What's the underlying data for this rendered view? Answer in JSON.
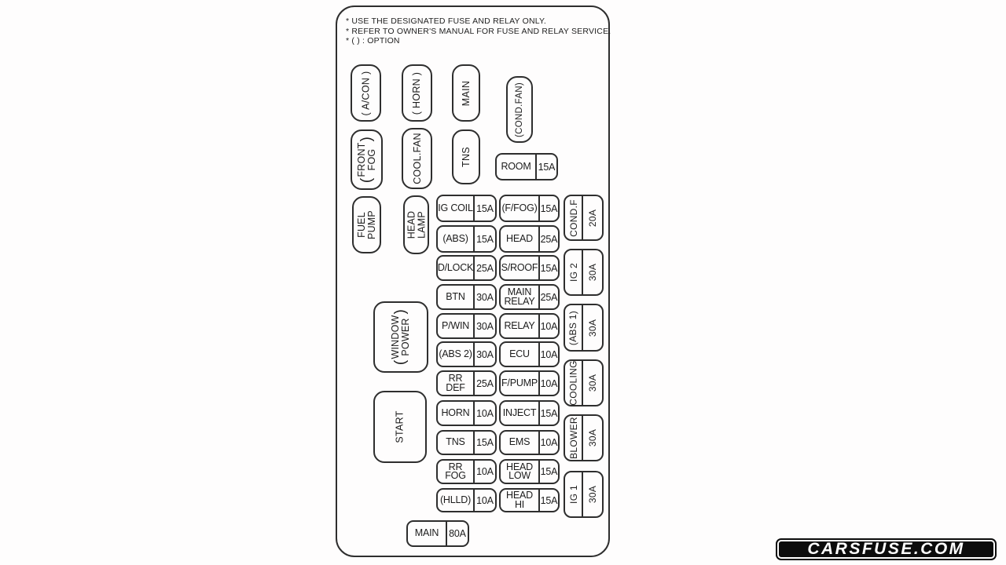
{
  "notes": {
    "line1": "* USE THE DESIGNATED FUSE AND RELAY ONLY.",
    "line2": "* REFER TO OWNER'S MANUAL FOR FUSE AND RELAY SERVICE.",
    "line3": "* ( ) : OPTION"
  },
  "relays": {
    "acon": {
      "label": "( A/CON )"
    },
    "horn": {
      "label": "( HORN )"
    },
    "main": {
      "label": "MAIN"
    },
    "cond_fan": {
      "label": "(COND.FAN)"
    },
    "front_fog": {
      "open": "(",
      "line1": "FRONT",
      "line2": "FOG",
      "close": ")"
    },
    "cool_fan": {
      "label": "COOL.FAN"
    },
    "tns": {
      "label": "TNS"
    },
    "fuel_pump": {
      "line1": "FUEL",
      "line2": "PUMP"
    },
    "head_lamp": {
      "line1": "HEAD",
      "line2": "LAMP"
    },
    "window_power": {
      "open": "(",
      "line1": "WINDOW",
      "line2": "POWER",
      "close": ")"
    },
    "start": {
      "label": "START"
    }
  },
  "fuses": {
    "room": {
      "label": "ROOM",
      "amp": "15A"
    },
    "main": {
      "label": "MAIN",
      "amp": "80A"
    },
    "col_a": [
      {
        "label": "IG COIL",
        "amp": "15A"
      },
      {
        "label": "(ABS)",
        "amp": "15A"
      },
      {
        "label": "D/LOCK",
        "amp": "25A"
      },
      {
        "label": "BTN",
        "amp": "30A"
      },
      {
        "label": "P/WIN",
        "amp": "30A"
      },
      {
        "label": "(ABS 2)",
        "amp": "30A"
      },
      {
        "label": "RR DEF",
        "amp": "25A"
      },
      {
        "label": "HORN",
        "amp": "10A"
      },
      {
        "label": "TNS",
        "amp": "15A"
      },
      {
        "label": "RR FOG",
        "amp": "10A"
      },
      {
        "label": "(HLLD)",
        "amp": "10A"
      }
    ],
    "col_b": [
      {
        "label": "(F/FOG)",
        "amp": "15A"
      },
      {
        "label": "HEAD",
        "amp": "25A"
      },
      {
        "label": "S/ROOF",
        "amp": "15A"
      },
      {
        "line1": "MAIN",
        "line2": "RELAY",
        "amp": "25A"
      },
      {
        "label": "RELAY",
        "amp": "10A"
      },
      {
        "label": "ECU",
        "amp": "10A"
      },
      {
        "label": "F/PUMP",
        "amp": "10A"
      },
      {
        "label": "INJECT",
        "amp": "15A"
      },
      {
        "label": "EMS",
        "amp": "10A"
      },
      {
        "line1": "HEAD",
        "line2": "LOW",
        "amp": "15A"
      },
      {
        "line1": "HEAD",
        "line2": "HI",
        "amp": "15A"
      }
    ],
    "right_col": [
      {
        "label": "COND.F",
        "amp": "20A"
      },
      {
        "label": "IG 2",
        "amp": "30A"
      },
      {
        "label": "(ABS 1)",
        "amp": "30A"
      },
      {
        "label": "COOLING",
        "amp": "30A"
      },
      {
        "label": "BLOWER",
        "amp": "30A"
      },
      {
        "label": "IG 1",
        "amp": "30A"
      }
    ]
  },
  "logo": {
    "text": "CARSFUSE.COM"
  },
  "colors": {
    "line": "#2e2e2e",
    "text": "#1c1c1c",
    "background": "#fefdfd",
    "logo_bg": "#0c0c0c",
    "logo_text": "#ffffff"
  }
}
